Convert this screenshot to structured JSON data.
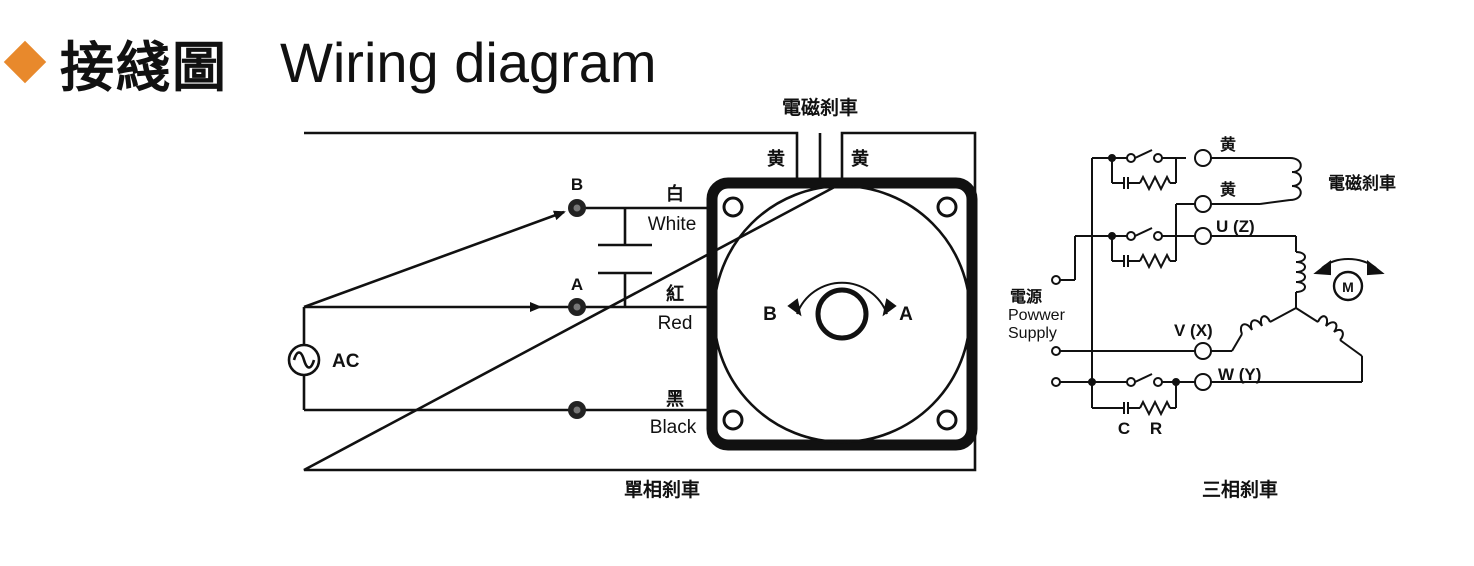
{
  "header": {
    "title_zh": "接綫圖",
    "title_en": "Wiring diagram",
    "accent_color": "#e8892c",
    "marker_icon": "diamond-icon"
  },
  "single_phase": {
    "brake_label": "電磁刹車",
    "brake_wire_left": "黄",
    "brake_wire_right": "黄",
    "terminal_b": "B",
    "terminal_a": "A",
    "white_zh": "白",
    "white_en": "White",
    "red_zh": "紅",
    "red_en": "Red",
    "black_zh": "黑",
    "black_en": "Black",
    "ac_label": "AC",
    "rotation_b": "B",
    "rotation_a": "A",
    "caption": "單相刹車"
  },
  "three_phase": {
    "yellow_top": "黄",
    "yellow_mid": "黄",
    "brake_label": "電磁刹車",
    "u": "U (Z)",
    "v": "V (X)",
    "w": "W (Y)",
    "motor": "M",
    "power_zh": "電源",
    "power_en_1": "Powwer",
    "power_en_2": "Supply",
    "c": "C",
    "r": "R",
    "caption": "三相刹車"
  }
}
